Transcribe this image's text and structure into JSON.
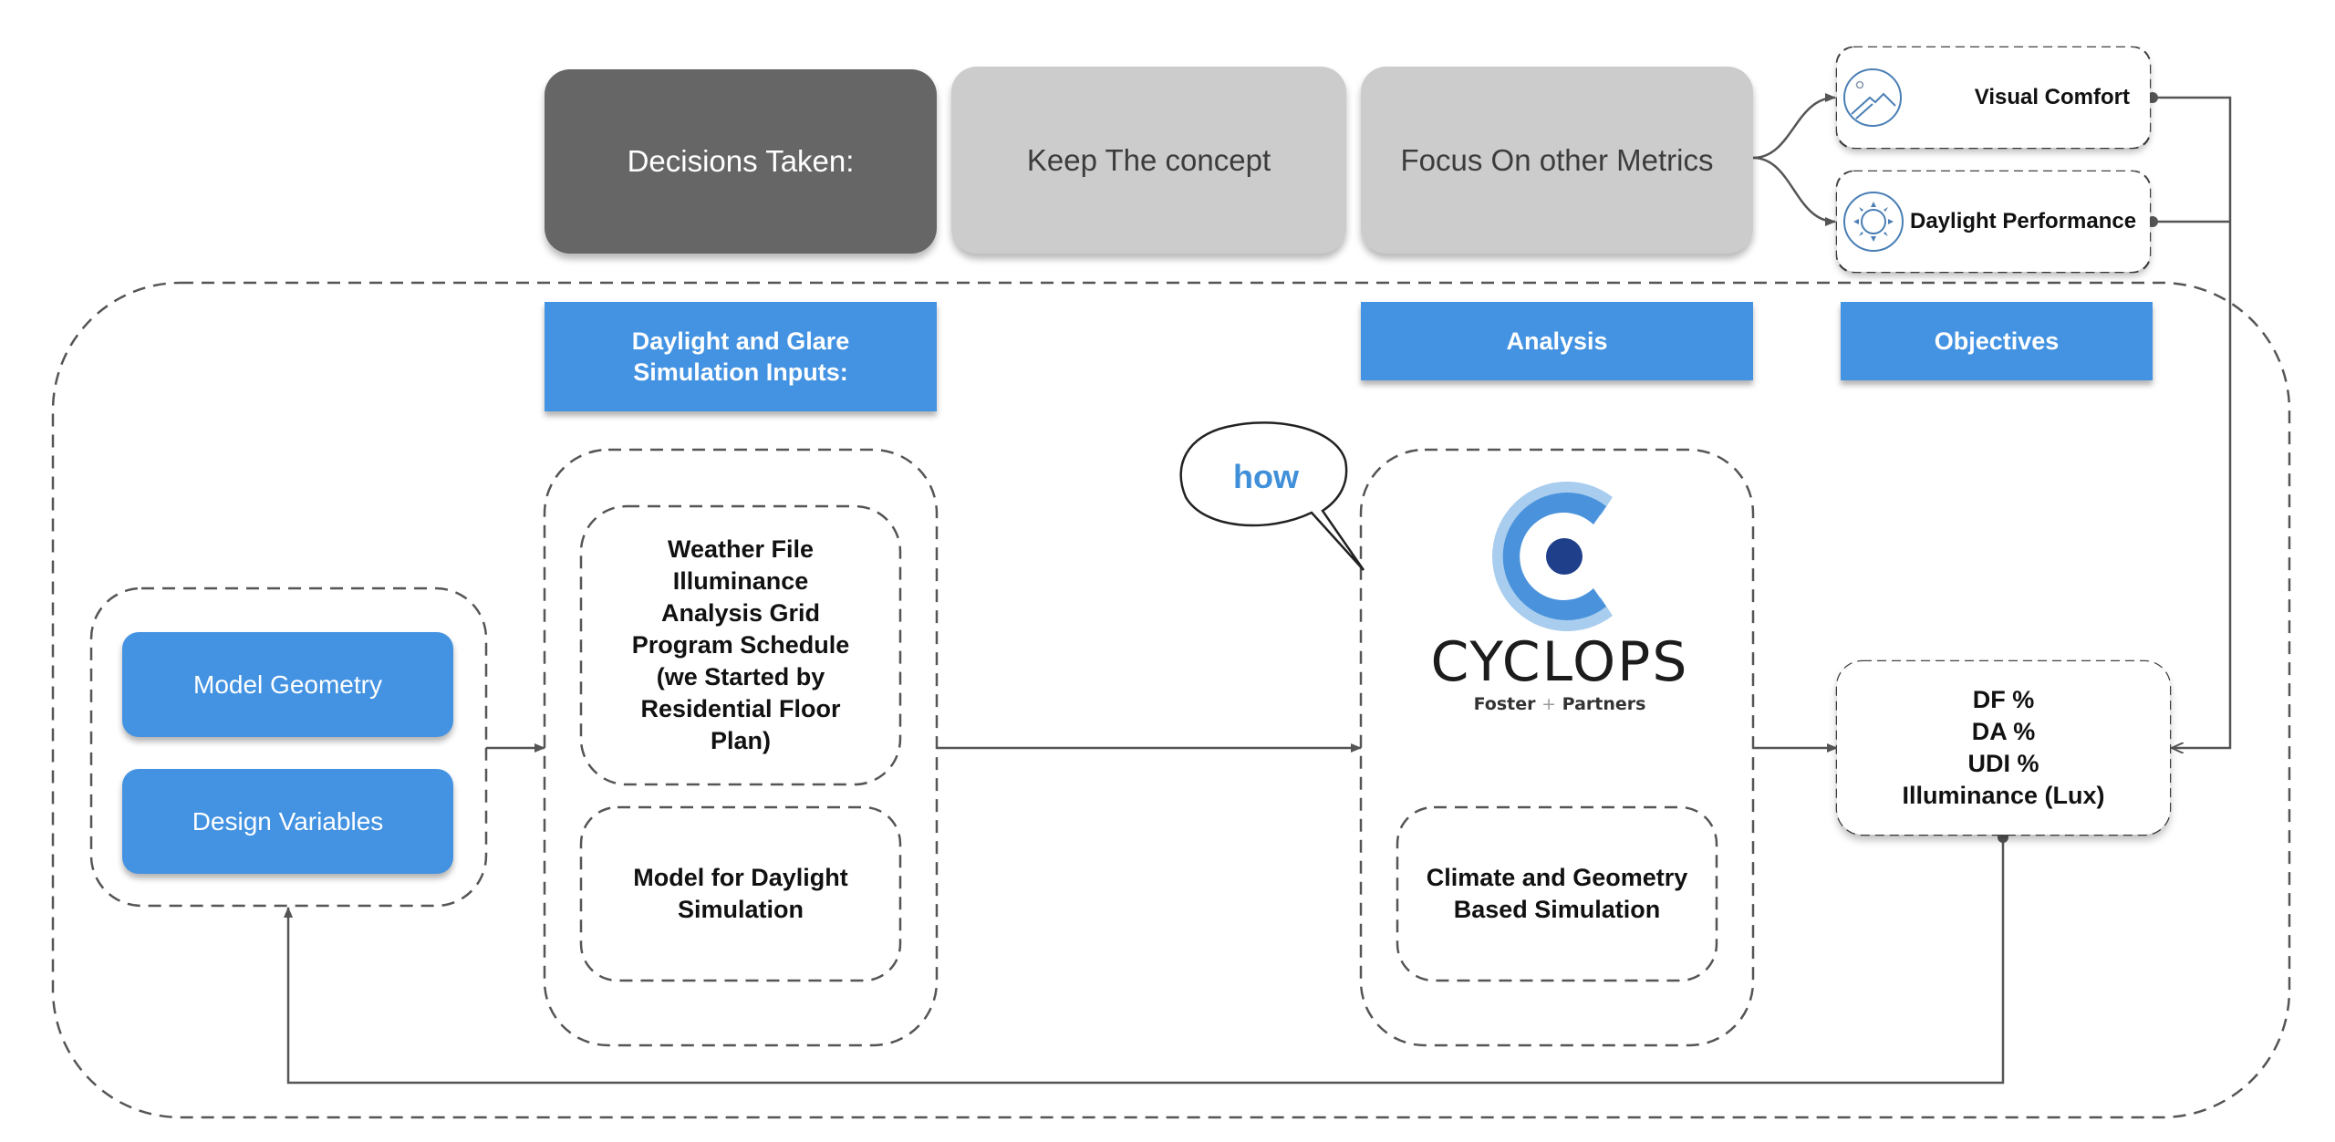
{
  "decisions": {
    "title": "Decisions Taken:",
    "items": [
      "Keep The concept",
      "Focus On other Metrics"
    ]
  },
  "objectives_top": [
    {
      "label": "Visual Comfort",
      "icon": "landscape-icon"
    },
    {
      "label": "Daylight Performance",
      "icon": "sun-icon"
    }
  ],
  "section_headers": {
    "inputs": "Daylight  and Glare\nSimulation Inputs:",
    "analysis": "Analysis",
    "objectives": "Objectives"
  },
  "design_inputs": [
    "Model Geometry",
    "Design Variables"
  ],
  "simulation_inputs": {
    "list": "Weather File\nIlluminance\nAnalysis Grid\nProgram Schedule\n(we Started by\nResidential Floor\nPlan)",
    "model": "Model for Daylight\nSimulation"
  },
  "analysis": {
    "callout": "how",
    "logo_name": "CYCLOPS",
    "logo_sub_left": "Foster",
    "logo_sub_plus": "+",
    "logo_sub_right": "Partners",
    "method": "Climate and Geometry\nBased Simulation"
  },
  "metrics": [
    "DF %",
    "DA %",
    "UDI %",
    "Illuminance (Lux)"
  ],
  "colors": {
    "accent_blue": "#4393e2",
    "decision_dark": "#666666",
    "decision_light": "#cccccc",
    "connector": "#555555",
    "logo_light": "#a9cdee",
    "logo_mid": "#4a93dc",
    "logo_dark": "#1f3f8a"
  }
}
